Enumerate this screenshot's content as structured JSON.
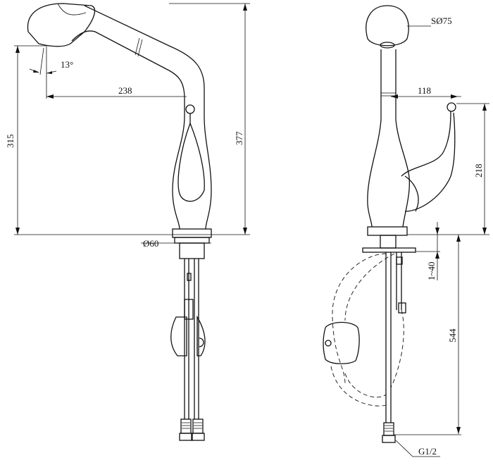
{
  "title": "Pull-out kitchen faucet dimension drawing",
  "views": {
    "side": {
      "angle": "13°",
      "spout_reach": "238",
      "spout_height": "315",
      "total_height": "377",
      "base_diameter": "Ø60"
    },
    "front": {
      "head_diameter": "SØ75",
      "handle_offset": "118",
      "handle_height": "218",
      "deck_thickness": "1~40",
      "hose_length": "544",
      "thread": "G1/2"
    }
  }
}
